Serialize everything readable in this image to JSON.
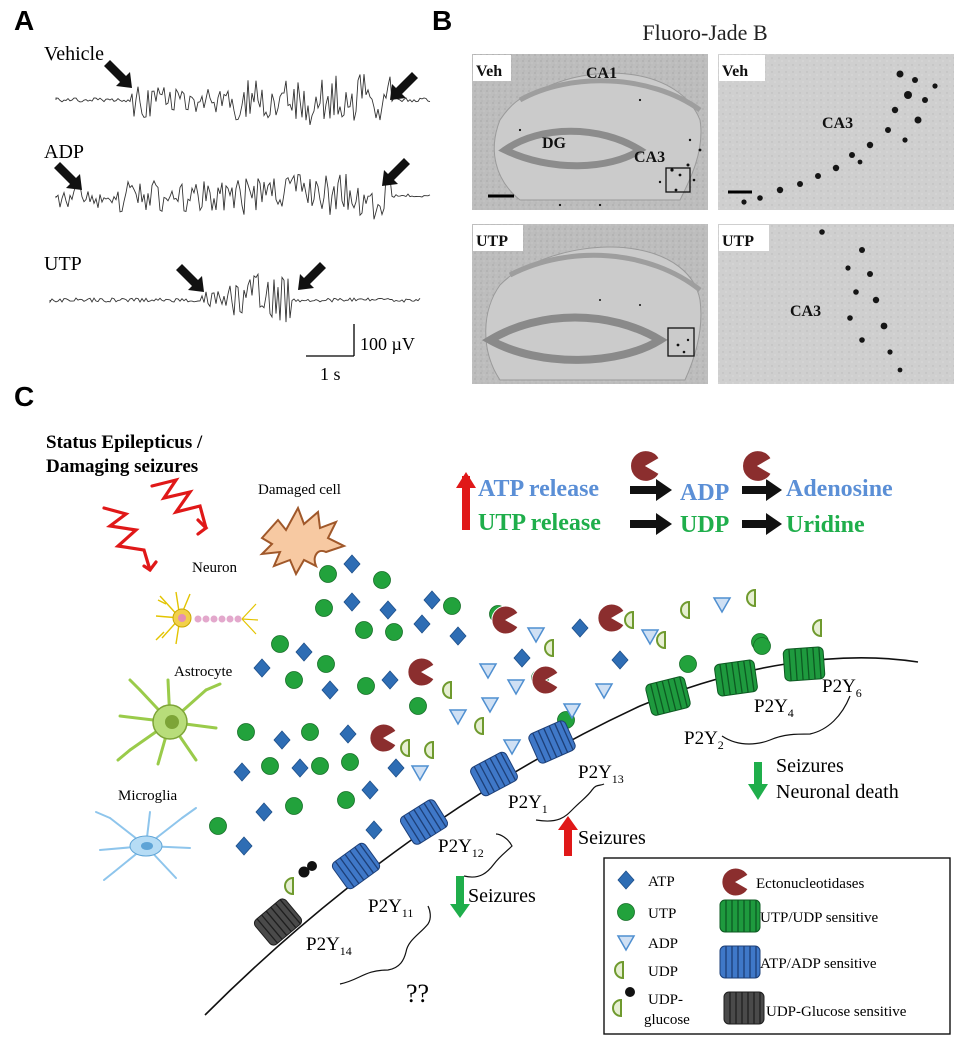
{
  "panel_a": {
    "letter": "A",
    "traces": [
      {
        "label": "Vehicle"
      },
      {
        "label": "ADP"
      },
      {
        "label": "UTP"
      }
    ],
    "scale_bar": {
      "voltage": "100 µV",
      "time": "1 s"
    }
  },
  "panel_b": {
    "letter": "B",
    "title": "Fluoro-Jade B",
    "images": [
      {
        "tag": "Veh",
        "regions": [
          "CA1",
          "DG",
          "CA3"
        ]
      },
      {
        "tag": "Veh",
        "regions": [
          "CA3"
        ]
      },
      {
        "tag": "UTP",
        "regions": []
      },
      {
        "tag": "UTP",
        "regions": [
          "CA3"
        ]
      }
    ]
  },
  "panel_c": {
    "letter": "C",
    "title_line1": "Status Epilepticus /",
    "title_line2": "Damaging seizures",
    "cells": {
      "damaged_cell": "Damaged cell",
      "neuron": "Neuron",
      "astrocyte": "Astrocyte",
      "microglia": "Microglia"
    },
    "pathway": {
      "atp_release": "ATP release",
      "adp": "ADP",
      "adenosine": "Adenosine",
      "utp_release": "UTP release",
      "udp": "UDP",
      "uridine": "Uridine",
      "atp_color": "#5b8fd6",
      "utp_color": "#1fae4b"
    },
    "receptors": {
      "p2y14": {
        "base": "P2Y",
        "sub": "14"
      },
      "p2y11": {
        "base": "P2Y",
        "sub": "11"
      },
      "p2y12": {
        "base": "P2Y",
        "sub": "12"
      },
      "p2y1": {
        "base": "P2Y",
        "sub": "1"
      },
      "p2y13": {
        "base": "P2Y",
        "sub": "13"
      },
      "p2y2": {
        "base": "P2Y",
        "sub": "2"
      },
      "p2y4": {
        "base": "P2Y",
        "sub": "4"
      },
      "p2y6": {
        "base": "P2Y",
        "sub": "6"
      }
    },
    "effects": {
      "unknown": "??",
      "p2y12_effect": "Seizures",
      "p2y1_effect": "Seizures",
      "p2y246_effect_1": "Seizures",
      "p2y246_effect_2": "Neuronal death"
    },
    "legend": {
      "atp": "ATP",
      "utp": "UTP",
      "adp": "ADP",
      "udp": "UDP",
      "udp_glucose_1": "UDP-",
      "udp_glucose_2": "glucose",
      "ectonucleotidases": "Ectonucleotidases",
      "utp_udp_sensitive": "UTP/UDP sensitive",
      "atp_adp_sensitive": "ATP/ADP sensitive",
      "udp_glucose_sensitive": "UDP-Glucose sensitive"
    },
    "colors": {
      "atp": "#2e6db4",
      "utp": "#22a23c",
      "adp": "#4f8fd0",
      "udp": "#7aa73a",
      "ecto": "#8b2e2e",
      "green_receptor": "#1e9a3e",
      "blue_receptor": "#3f78c8",
      "grey_receptor": "#4a4a4a",
      "up_arrow": "#e01818",
      "down_arrow": "#1fae4b"
    }
  }
}
